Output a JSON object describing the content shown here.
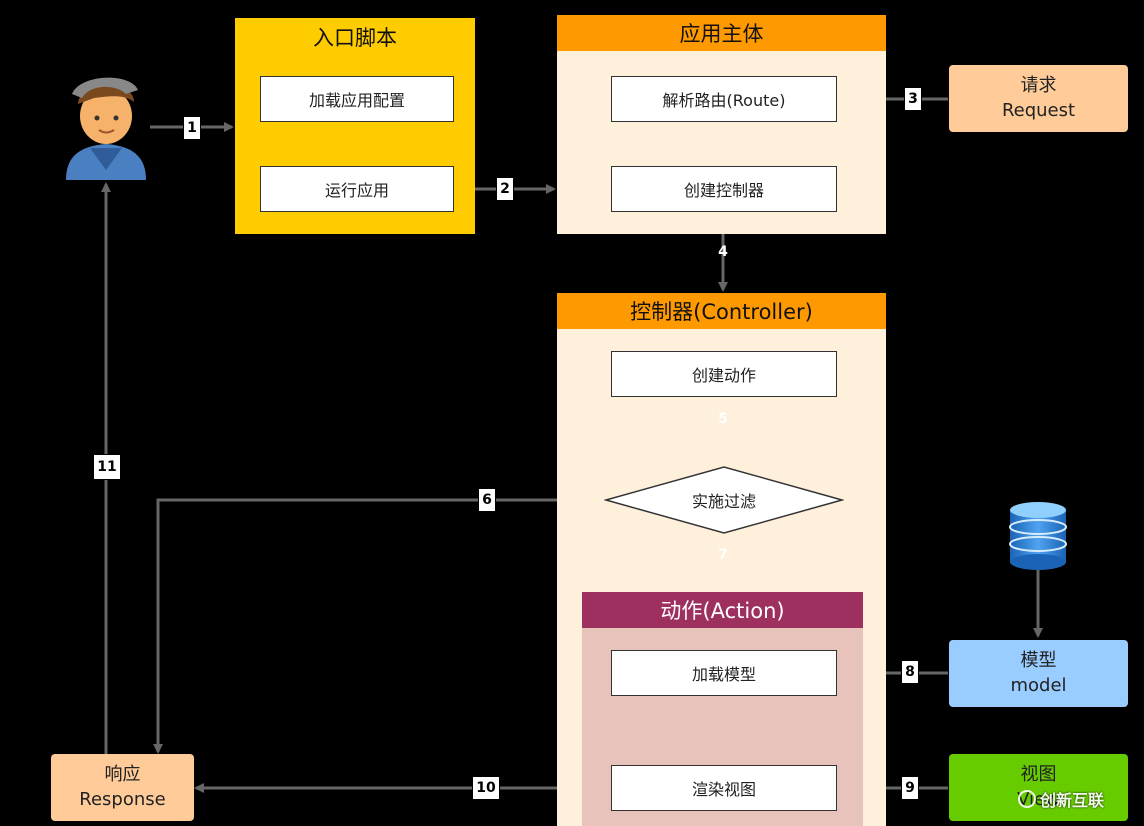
{
  "entry": {
    "title": "入口脚本",
    "load_config": "加载应用配置",
    "run_app": "运行应用"
  },
  "app": {
    "title": "应用主体",
    "parse_route": "解析路由(Route)",
    "create_controller": "创建控制器"
  },
  "controller": {
    "title": "控制器(Controller)",
    "create_action": "创建动作",
    "filter": "实施过滤"
  },
  "action": {
    "title": "动作(Action)",
    "load_model": "加载模型",
    "render_view": "渲染视图"
  },
  "request": {
    "line1": "请求",
    "line2": "Request"
  },
  "response": {
    "line1": "响应",
    "line2": "Response"
  },
  "model": {
    "line1": "模型",
    "line2": "model"
  },
  "view": {
    "line1": "视图",
    "line2": "View"
  },
  "steps": [
    "1",
    "2",
    "3",
    "4",
    "5",
    "6",
    "7",
    "8",
    "9",
    "10",
    "11"
  ],
  "watermark": "创新互联",
  "colors": {
    "entry": "#FFCC00",
    "panel": "#FFF0DC",
    "panel_header": "#FF9900",
    "action_header": "#9E3060",
    "action_body": "#E8C3BB",
    "request": "#FFCC99",
    "model": "#99CCFF",
    "view": "#66CC00",
    "arrow": "#666666"
  }
}
